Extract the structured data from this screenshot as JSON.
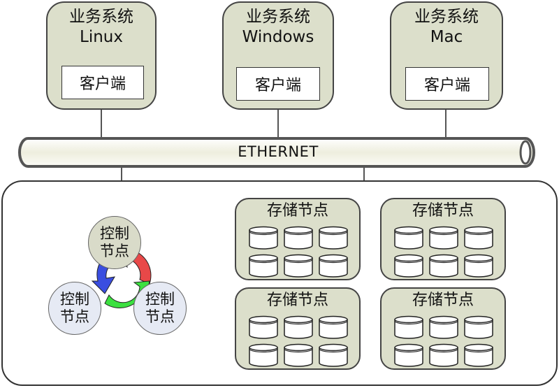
{
  "systems": [
    {
      "title_line1": "业务系统",
      "title_line2": "Linux",
      "client": "客户端"
    },
    {
      "title_line1": "业务系统",
      "title_line2": "Windows",
      "client": "客户端"
    },
    {
      "title_line1": "业务系统",
      "title_line2": "Mac",
      "client": "客户端"
    }
  ],
  "network": {
    "label": "ETHERNET"
  },
  "control_nodes": [
    {
      "line1": "控制",
      "line2": "节点",
      "color": "#d9dbc9"
    },
    {
      "line1": "控制",
      "line2": "节点",
      "color": "#e6eaf4"
    },
    {
      "line1": "控制",
      "line2": "节点",
      "color": "#e6eaf4"
    }
  ],
  "cycle_arrow_colors": {
    "blue": "#3a4ee0",
    "red": "#e84848",
    "green": "#3ce040"
  },
  "storage_nodes": [
    {
      "title": "存储节点",
      "disks": 6
    },
    {
      "title": "存储节点",
      "disks": 6
    },
    {
      "title": "存储节点",
      "disks": 6
    },
    {
      "title": "存储节点",
      "disks": 6
    }
  ],
  "colors": {
    "box_fill": "#dcdfcb",
    "pipe_fill": "#f3f3ea",
    "border": "#444444"
  }
}
